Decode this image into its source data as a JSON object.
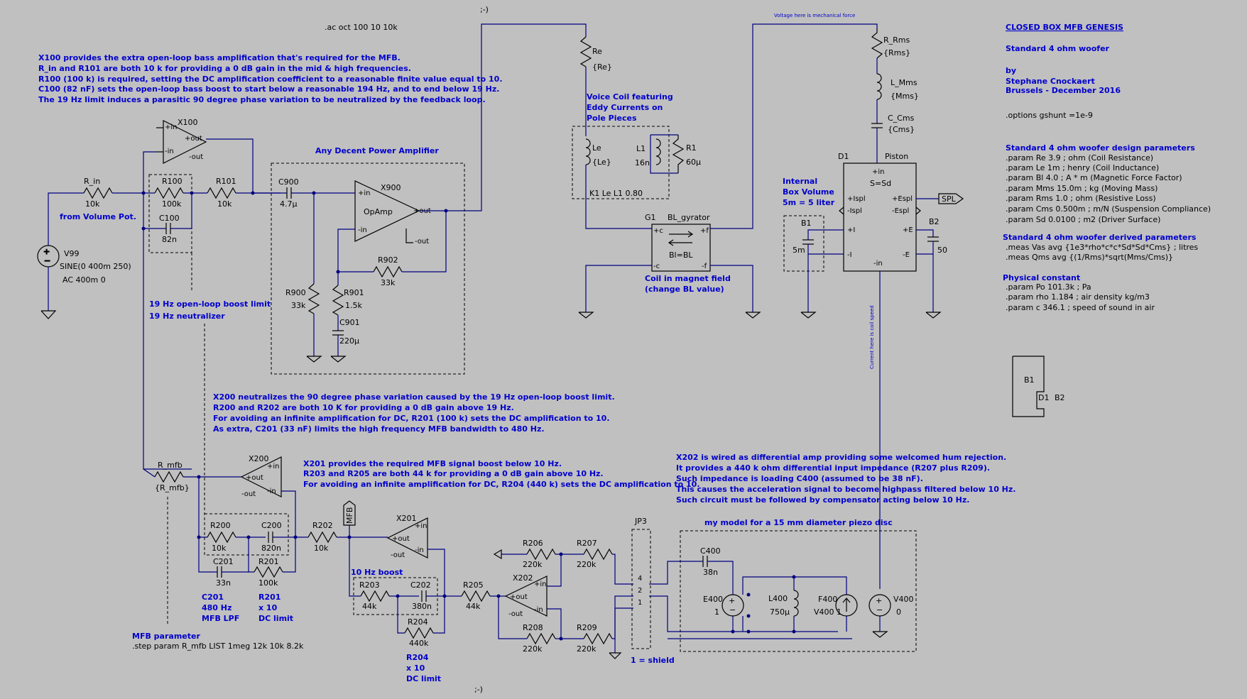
{
  "colors": {
    "background": "#c0c0c0",
    "wire": "#000080",
    "component": "#000000",
    "comment": "#0000cc"
  },
  "directives": {
    "ac": ".ac oct 100 10 10k",
    "options": ".options gshunt =1e-9",
    "step": ".step param R_mfb LIST 1meg 12k 10k 8.2k",
    "smiley_top": ";-)",
    "smiley_bottom": ";-)"
  },
  "title_block": {
    "title": "CLOSED BOX MFB GENESIS",
    "subtitle": "Standard 4 ohm woofer",
    "by": "by",
    "author": "Stephane Cnockaert",
    "place_date": "Brussels - December 2016"
  },
  "design_params": {
    "heading": "Standard 4 ohm woofer design parameters",
    "lines": [
      ".param Re 3.9 ; ohm (Coil Resistance)",
      ".param Le 1m ; henry (Coil Inductance)",
      ".param Bl 4.0 ; A * m (Magnetic Force Factor)",
      ".param Mms 15.0m ; kg (Moving Mass)",
      ".param Rms 1.0 ; ohm (Resistive Loss)",
      ".param Cms 0.500m ; m/N (Suspension Compliance)",
      ".param Sd 0.0100 ; m2 (Driver Surface)"
    ]
  },
  "derived_params": {
    "heading": "Standard 4 ohm woofer derived parameters",
    "lines": [
      ".meas Vas avg {1e3*rho*c*c*Sd*Sd*Cms} ; litres",
      ".meas Qms avg {(1/Rms)*sqrt(Mms/Cms)}"
    ]
  },
  "physical": {
    "heading": "Physical constant",
    "lines": [
      ".param Po 101.3k ; Pa",
      ".param rho 1.184 ; air density kg/m3",
      ".param c 346.1 ; speed of sound in air"
    ]
  },
  "notes": {
    "x100": [
      "X100 provides the extra open-loop bass amplification that's required for the MFB.",
      "R_in and R101 are both 10 k for providing a 0 dB gain in the mid & high frequencies.",
      "R100 (100 k) is required, setting the DC amplification coefficient to a reasonable finite value equal to 10.",
      "C100 (82 nF) sets the open-loop bass boost to start below a reasonable 194 Hz, and to end below 19 Hz.",
      "The 19 Hz limit induces a parasitic 90 degree phase variation to be neutralized by the feedback loop."
    ],
    "x200": [
      "X200 neutralizes the 90 degree phase variation caused by the 19 Hz open-loop boost limit.",
      "R200 and R202 are both 10 K for providing a 0 dB gain above 19 Hz.",
      "For avoiding an infinite amplification for DC, R201 (100 k) sets the DC amplification to 10.",
      "As extra, C201 (33 nF) limits the high frequency MFB bandwidth to 480 Hz."
    ],
    "x201": [
      "X201 provides the required MFB signal boost below 10 Hz.",
      "R203 and R205 are both 44 k for providing a 0 dB gain above 10 Hz.",
      "For avoiding an infinite amplification for DC, R204 (440 k) sets the DC amplification to 10."
    ],
    "x202": [
      "X202 is wired as differential amp providing some welcomed hum rejection.",
      "It provides a 440 k ohm differential input impedance (R207 plus R209).",
      "Such impedance is loading C400 (assumed to be 38 nF).",
      "This causes the acceleration signal to become highpass filtered below 10 Hz.",
      "Such circuit must be followed by compensator acting below 10 Hz."
    ],
    "from_volume": "from Volume Pot.",
    "boost_limit_1": "19 Hz open-loop boost limit",
    "boost_limit_2": "19 Hz neutralizer",
    "power_amp": "Any Decent Power Amplifier",
    "voice_coil": [
      "Voice Coil featuring",
      "Eddy Currents on",
      "Pole Pieces"
    ],
    "internal_box": [
      "Internal",
      "Box Volume",
      "5m = 5 liter"
    ],
    "coil_magnet": [
      "Coil in magnet field",
      "(change BL value)"
    ],
    "piezo": "my model for a 15 mm diameter piezo disc",
    "boost_10hz": "10 Hz boost",
    "mfb_parameter": "MFB parameter",
    "c201_desc": [
      "C201",
      "480 Hz",
      "MFB LPF"
    ],
    "r201_desc": [
      "R201",
      "x 10",
      "DC limit"
    ],
    "r204_desc": [
      "R204",
      "x 10",
      "DC limit"
    ],
    "shield": "1 = shield",
    "voltage_force": "Voltage here is mechanical force",
    "current_speed": "Current here is coil speed"
  },
  "components": {
    "v99": {
      "name": "V99",
      "value1": "SINE(0 400m 250)",
      "value2": "AC 400m 0"
    },
    "r_in": {
      "name": "R_in",
      "value": "10k"
    },
    "r100": {
      "name": "R100",
      "value": "100k"
    },
    "c100": {
      "name": "C100",
      "value": "82n"
    },
    "r101": {
      "name": "R101",
      "value": "10k"
    },
    "x100": {
      "name": "X100",
      "pin_in_p": "+in",
      "pin_in_n": "-in",
      "pin_out_p": "+out",
      "pin_out_n": "-out"
    },
    "c900": {
      "name": "C900",
      "value": "4.7µ"
    },
    "x900": {
      "name": "X900",
      "label": "OpAmp",
      "pin_in_p": "+in",
      "pin_in_n": "-in",
      "pin_out_p": "+out",
      "pin_out_n": "-out"
    },
    "r900": {
      "name": "R900",
      "value": "33k"
    },
    "r901": {
      "name": "R901",
      "value": "1.5k"
    },
    "c901": {
      "name": "C901",
      "value": "220µ"
    },
    "r902": {
      "name": "R902",
      "value": "33k"
    },
    "re": {
      "name": "Re",
      "value": "{Re}"
    },
    "le": {
      "name": "Le",
      "value": "{Le}"
    },
    "l1": {
      "name": "L1",
      "value": "16n"
    },
    "r1": {
      "name": "R1",
      "value": "60µ"
    },
    "k1": "K1 Le L1 0.80",
    "g1": {
      "name": "G1",
      "model": "BL_gyrator",
      "label": "Bl=BL",
      "pc": "+c",
      "pf": "+f",
      "nc": "-c",
      "nf": "-f"
    },
    "r_rms": {
      "name": "R_Rms",
      "value": "{Rms}"
    },
    "l_mms": {
      "name": "L_Mms",
      "value": "{Mms}"
    },
    "c_cms": {
      "name": "C_Cms",
      "value": "{Cms}"
    },
    "d1": {
      "name": "D1",
      "model": "Piston",
      "sd": "S=Sd",
      "pins": [
        "+in",
        "+Ispl",
        "-Ispl",
        "+I",
        "-I",
        "+Espl",
        "-Espl",
        "+E",
        "-E",
        "-in"
      ]
    },
    "b1": {
      "name": "B1",
      "value": "5m"
    },
    "b2": {
      "name": "B2",
      "value": "50"
    },
    "spl": "SPL",
    "r_mfb": {
      "name": "R_mfb",
      "value": "{R_mfb}"
    },
    "x200": {
      "name": "X200",
      "pin_in_p": "+in",
      "pin_in_n": "-in",
      "pin_out_p": "+out",
      "pin_out_n": "-out"
    },
    "r200": {
      "name": "R200",
      "value": "10k"
    },
    "c200": {
      "name": "C200",
      "value": "820n"
    },
    "c201": {
      "name": "C201",
      "value": "33n"
    },
    "r201": {
      "name": "R201",
      "value": "100k"
    },
    "r202": {
      "name": "R202",
      "value": "10k"
    },
    "mfb_label": "MFB",
    "x201": {
      "name": "X201",
      "pin_in_p": "+in",
      "pin_in_n": "-in",
      "pin_out_p": "+out",
      "pin_out_n": "-out"
    },
    "r203": {
      "name": "R203",
      "value": "44k"
    },
    "c202": {
      "name": "C202",
      "value": "380n"
    },
    "r204": {
      "name": "R204",
      "value": "440k"
    },
    "r205": {
      "name": "R205",
      "value": "44k"
    },
    "x202": {
      "name": "X202",
      "pin_in_p": "+in",
      "pin_in_n": "-in",
      "pin_out_p": "+out",
      "pin_out_n": "-out"
    },
    "r206": {
      "name": "R206",
      "value": "220k"
    },
    "r207": {
      "name": "R207",
      "value": "220k"
    },
    "r208": {
      "name": "R208",
      "value": "220k"
    },
    "r209": {
      "name": "R209",
      "value": "220k"
    },
    "jp3": {
      "name": "JP3",
      "pins": [
        "4",
        "2",
        "1"
      ]
    },
    "c400": {
      "name": "C400",
      "value": "38n"
    },
    "e400": {
      "name": "E400",
      "value": "1"
    },
    "l400": {
      "name": "L400",
      "value": "750µ"
    },
    "f400": {
      "name": "F400",
      "value": "V400 1"
    },
    "v400": {
      "name": "V400",
      "value": "0"
    },
    "symbol_b1": "B1",
    "symbol_d1": "D1",
    "symbol_b2": "B2"
  }
}
